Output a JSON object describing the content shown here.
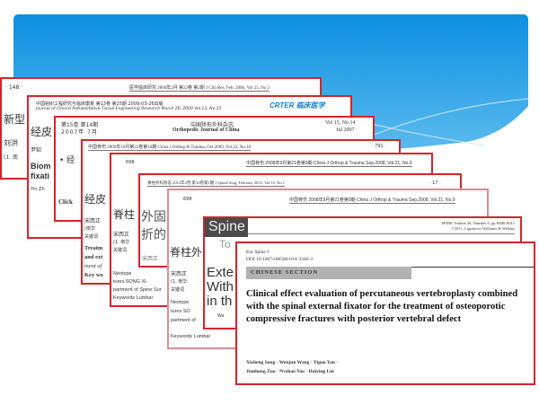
{
  "colors": {
    "banner": "#1a9be3",
    "frame": "#d8232a"
  },
  "papers": [
    {
      "page": "· 148 ·",
      "header": "医学临床研究 2006年2月 第23卷 第2期 J Clin Res, Feb. 2006, Vol 23, No 2",
      "title": "新型",
      "authors": "刘洪",
      "affil": "(1. 南"
    },
    {
      "header_cn": "中国组织工程研究与临床康复 第13卷 第15期 2009-03-26出版",
      "header_en": "Journal of Clinical Rehabilitative Tissue Engineering Research March 26, 2009 Vol.13, No.15",
      "logo": "CRTER 临床医学",
      "title": "经皮",
      "authors": "尹知",
      "en_title": "Biom",
      "en_title2": "fixati",
      "en_authors": "Yin Zh"
    },
    {
      "vol_cn": "第15卷 第14期",
      "date_cn": "2007年 7月",
      "journal_cn": "中国矫形外科杂志",
      "journal_en": "Orthopedic Journal of China",
      "vol_en": "Vol 15, No 14",
      "date_en": "Jul 2007",
      "bullet": "经",
      "click": "Click"
    },
    {
      "header": "中国骨伤 2009年10月第22卷第10期 China J Orthop & Trauma, Oct.2009, Vol.22, No.10",
      "page": "· 791 ·",
      "title": "经皮",
      "authors": "宋西正",
      "affil": "(南华",
      "kw": "关键词",
      "en1": "Treatm",
      "en2": "and ext",
      "en3": "ment of",
      "en4": "Key wo"
    },
    {
      "page": "698",
      "header": "中国骨伤 2008年9月第21卷第9期 China J Orthop & Trauma Sep.2008, Vol.21, No.9",
      "title": "脊柱",
      "authors": "宋西正",
      "affil": "(1. 南华",
      "kw": "关键词",
      "en1": "Neotype",
      "en2": "tures SONG Xi-",
      "en3": "partment of Spine Sur",
      "en4": "Keywords Lumbar"
    },
    {
      "header": "脊柱外科杂志,2012年2月,第10卷第1期 J Spinal Surg, February 2012, Vol 10, No 1",
      "page": "· 17 ·",
      "title1": "外固",
      "title2": "折的",
      "authors": "宋西正"
    },
    {
      "page": "698",
      "header": "中国骨伤 2008年9月第21卷第9期 China J Orthop & Trauma Sep.2008, Vol.21, No.9",
      "title": "脊柱外",
      "authors": "宋西正",
      "affil": "(1. 南华",
      "kw": "关键词",
      "en1": "Neotype",
      "en2": "tures SO",
      "en3": "partment of",
      "en4": "Keywords Lumbar"
    },
    {
      "logo": "Spine",
      "header1": "SPINE Volume 36, Number 9, pp E606-E611",
      "header2": "©2011, Lippincott Williams & Wilkins",
      "topic": "To",
      "t1": "Exte",
      "t2": "With",
      "t3": "in th",
      "authors": "Wa"
    },
    {
      "journal": "Eur Spine J",
      "doi": "DOI 10.1007/s00586-014-3346-3",
      "section": "CHINESE SECTION",
      "title": "Clinical effect evaluation of percutaneous vertebroplasty combined with the spinal external fixator for the treatment of osteoporotic compressive fractures with posterior vertebral defect",
      "authors1": "Xizheng Song · Wenjun Wang · Yiguo Yan ·",
      "authors2": "Jianhong Zuo · Nvzhao Yao · Haiying Lin"
    }
  ]
}
